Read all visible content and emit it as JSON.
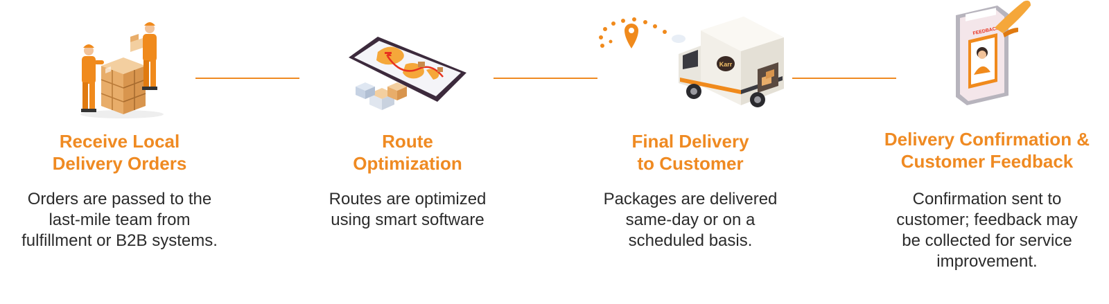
{
  "accent_color": "#ef8a22",
  "steps": [
    {
      "title": "Receive Local\nDelivery Orders",
      "description": "Orders are passed to the\nlast-mile team from\nfulfillment or B2B systems.",
      "icon": "workers-with-boxes-icon"
    },
    {
      "title": "Route\nOptimization",
      "description": "Routes are optimized\nusing smart software",
      "icon": "tablet-route-map-icon"
    },
    {
      "title": "Final Delivery\nto Customer",
      "description": "Packages are delivered\nsame-day or on a\nscheduled basis.",
      "icon": "delivery-van-icon",
      "van_logo_text": "Karr"
    },
    {
      "title": "Delivery Confirmation &\nCustomer Feedback",
      "description": "Confirmation sent to\ncustomer; feedback may\nbe collected for service\nimprovement.",
      "icon": "feedback-phone-icon",
      "phone_label": "FEEDBACK"
    }
  ]
}
